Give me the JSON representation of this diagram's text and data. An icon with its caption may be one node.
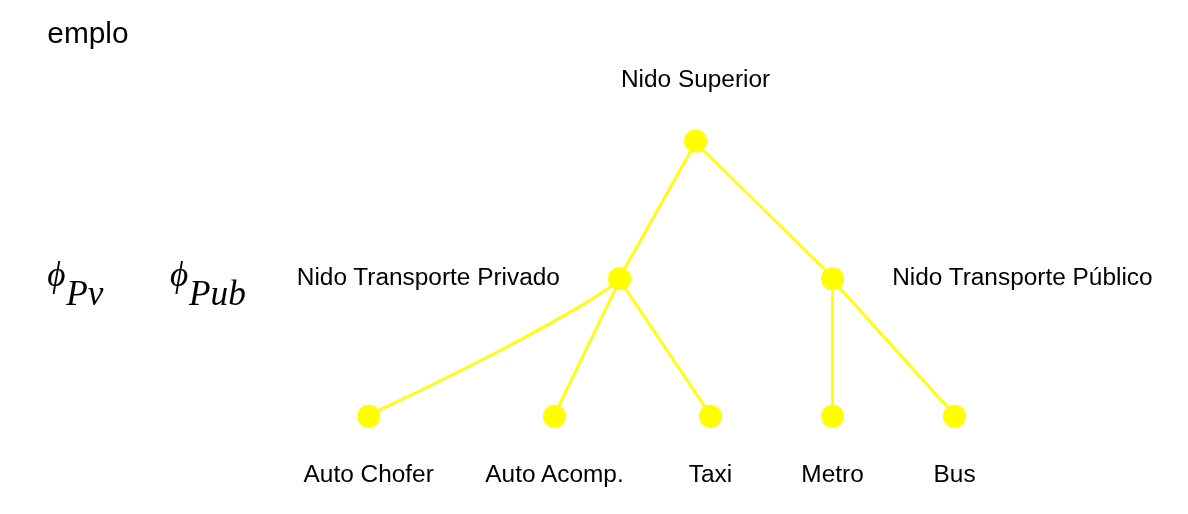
{
  "diagram": {
    "title": "emplo",
    "nodes": [
      {
        "text": [],
        "shape": "circle",
        "beside": [
          "Nido Superior"
        ]
      },
      {
        "text": [],
        "shape": "circle",
        "beside": [
          "Nido Transporte Privado"
        ]
      },
      {
        "text": [],
        "shape": "circle",
        "beside": [
          "Nido Transporte Público"
        ]
      },
      {
        "text": [],
        "shape": "circle",
        "beside": [
          "Auto Chofer"
        ]
      },
      {
        "text": [],
        "shape": "circle",
        "beside": [
          "Auto Acomp."
        ]
      },
      {
        "text": [],
        "shape": "circle",
        "beside": [
          "Taxi"
        ]
      },
      {
        "text": [],
        "shape": "circle",
        "beside": [
          "Metro"
        ]
      },
      {
        "text": [],
        "shape": "circle",
        "beside": [
          "Bus"
        ]
      }
    ],
    "edges": [
      {
        "from": 0,
        "to": 1,
        "arrow": "none"
      },
      {
        "from": 0,
        "to": 2,
        "arrow": "none"
      },
      {
        "from": 1,
        "to": 3,
        "arrow": "none"
      },
      {
        "from": 1,
        "to": 4,
        "arrow": "none"
      },
      {
        "from": 1,
        "to": 5,
        "arrow": "none"
      },
      {
        "from": 2,
        "to": 6,
        "arrow": "none"
      },
      {
        "from": 2,
        "to": 7,
        "arrow": "none"
      }
    ],
    "labels": [
      "ϕ$_{Pv}$",
      "ϕ$_{Pub}$"
    ]
  }
}
